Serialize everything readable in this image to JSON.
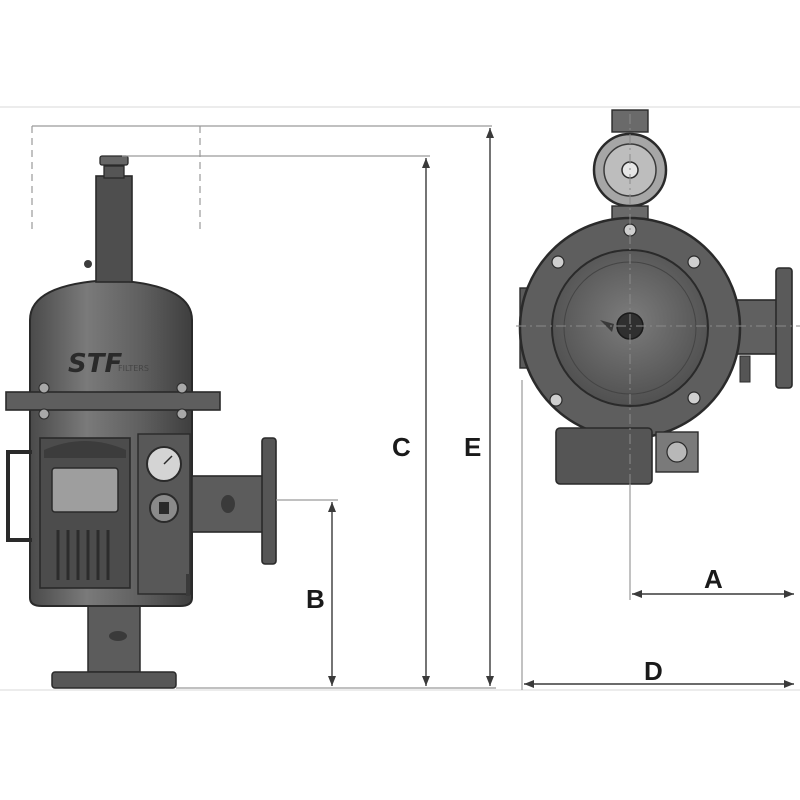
{
  "brand": {
    "logo_text": "STF",
    "logo_subtext": "FILTERS"
  },
  "dimensions": {
    "a": "A",
    "b": "B",
    "c": "C",
    "d": "D",
    "e": "E"
  },
  "colors": {
    "body_dark": "#5a5a5a",
    "body_mid": "#6e6e6e",
    "body_light": "#858585",
    "outline": "#2a2a2a",
    "dimension_line": "#3a3a3a"
  }
}
